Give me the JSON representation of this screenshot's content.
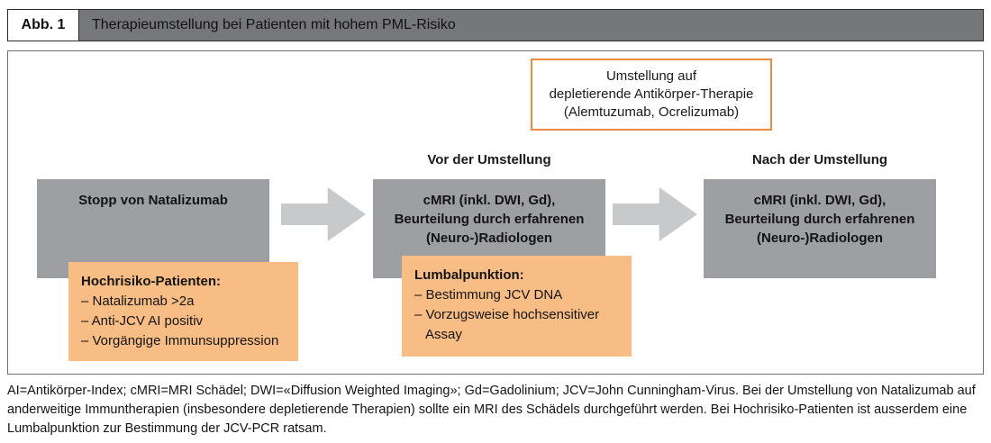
{
  "header": {
    "figure_label": "Abb. 1",
    "title": "Therapieumstellung bei Patienten mit hohem PML-Risiko"
  },
  "diagram": {
    "antibody_box": {
      "lines": [
        "Umstellung auf",
        "depletierende Antikörper-Therapie",
        "(Alemtuzumab, Ocrelizumab)"
      ]
    },
    "step1": {
      "label": "Stopp von Natalizumab"
    },
    "step2": {
      "heading": "Vor der Umstellung",
      "lines": [
        "cMRI (inkl. DWI, Gd),",
        "Beurteilung durch erfahrenen",
        "(Neuro-)Radiologen"
      ]
    },
    "step3": {
      "heading": "Nach der Umstellung",
      "lines": [
        "cMRI (inkl. DWI, Gd),",
        "Beurteilung durch erfahrenen",
        "(Neuro-)Radiologen"
      ]
    },
    "hochrisiko": {
      "title": "Hochrisiko-Patienten:",
      "items": [
        "– Natalizumab >2a",
        "– Anti-JCV AI positiv",
        "– Vorgängige Immunsuppression"
      ]
    },
    "lumbalpunktion": {
      "title": "Lumbalpunktion:",
      "items": [
        "– Bestimmung JCV DNA",
        "– Vorzugsweise hochsensitiver Assay"
      ]
    }
  },
  "footnote": "AI=Antikörper-Index; cMRI=MRI Schädel; DWI=«Diffusion Weighted Imaging»; Gd=Gadolinium; JCV=John Cunningham-Virus. Bei der Umstellung von Natalizumab auf anderweitige Immuntherapien (insbesondere depletierende Therapien) sollte ein MRI des Schädels durchgeführt werden. Bei Hochrisiko-Patienten ist ausserdem eine Lumbalpunktion zur Bestimmung der JCV-PCR ratsam.",
  "colors": {
    "header_bar": "#767779",
    "gray_box": "#9d9fa2",
    "arrow": "#c8c9cb",
    "orange_fill": "#f8bd85",
    "orange_border": "#ee8a3d"
  }
}
